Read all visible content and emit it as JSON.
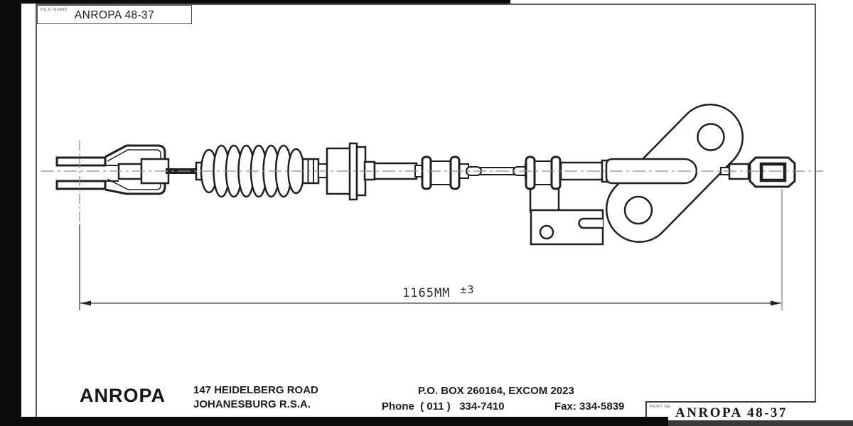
{
  "file_name_box": {
    "label": "FILE NAME",
    "value": "ANROPA 48-37"
  },
  "part_box": {
    "label": "PART No",
    "value": "ANROPA 48-37"
  },
  "dimension": {
    "value": "1165MM",
    "tolerance": "±3"
  },
  "title_block": {
    "company": "ANROPA",
    "address_line1": "147 HEIDELBERG ROAD",
    "address_line2": "JOHANESBURG R.S.A.",
    "po_line": "P.O. BOX 260164, EXCOM 2023",
    "phone": "Phone  ( 011 )   334-7410",
    "fax": "Fax: 334-5839"
  },
  "drawing": {
    "type": "technical-drawing",
    "subject": "cable assembly side view",
    "overall_length_label": "1165MM ±3",
    "components": [
      "fork-clevis-end",
      "rubber-bellows-boot",
      "adjuster-body",
      "outer-conduit",
      "damper-rings",
      "exposed-inner-cable",
      "l-mounting-bracket",
      "teardrop-mounting-plate",
      "guide-tube",
      "rectangular-end-fitting"
    ]
  },
  "colors": {
    "ink": "#1f1f1f",
    "paper": "#ffffff",
    "centerline": "#8c8c8c"
  }
}
